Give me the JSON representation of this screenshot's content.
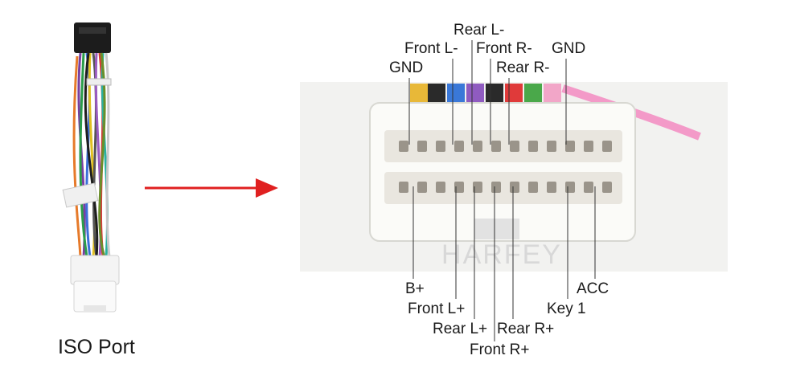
{
  "caption": "ISO Port",
  "watermark": "HARFEY",
  "arrow_color": "#e02020",
  "labels": {
    "gnd_left": "GND",
    "front_l_minus": "Front L-",
    "rear_l_minus": "Rear L-",
    "front_r_minus": "Front R-",
    "rear_r_minus": "Rear R-",
    "gnd_right": "GND",
    "b_plus": "B+",
    "front_l_plus": "Front L+",
    "rear_l_plus": "Rear L+",
    "front_r_plus": "Front R+",
    "rear_r_plus": "Rear R+",
    "key_1": "Key 1",
    "acc": "ACC"
  }
}
